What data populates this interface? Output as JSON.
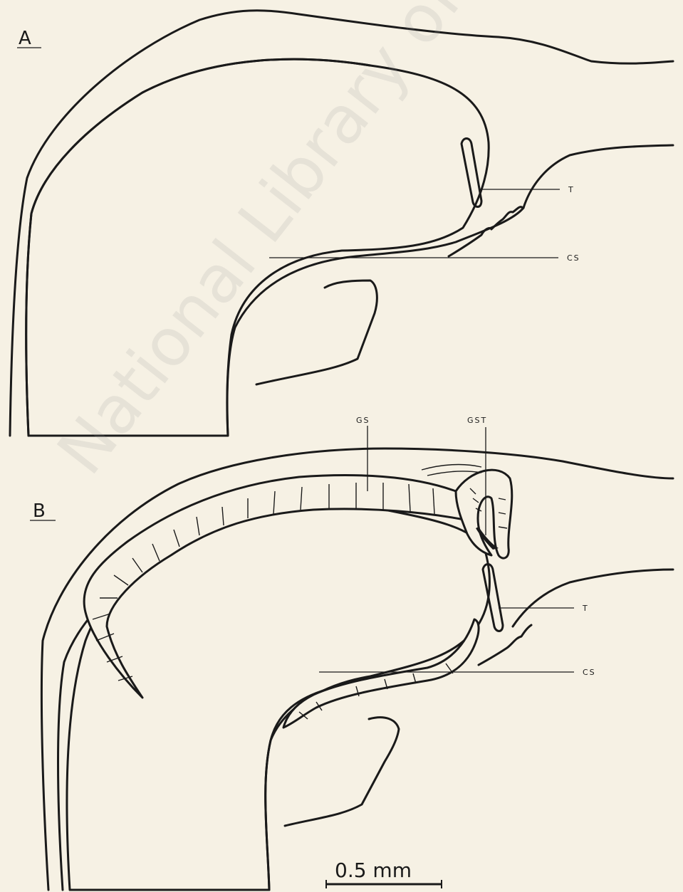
{
  "panels": {
    "a": {
      "label": "A",
      "leaders": {
        "t": "T",
        "cs": "CS"
      }
    },
    "b": {
      "label": "B",
      "leaders": {
        "gs": "GS",
        "gst": "GST",
        "t": "T",
        "cs": "CS"
      }
    }
  },
  "scale_bar": {
    "label": "0.5 mm"
  },
  "watermark": {
    "text": "National Library of Jamaica"
  },
  "colors": {
    "paper": "#f6f1e4",
    "ink": "#1a1a1a"
  }
}
